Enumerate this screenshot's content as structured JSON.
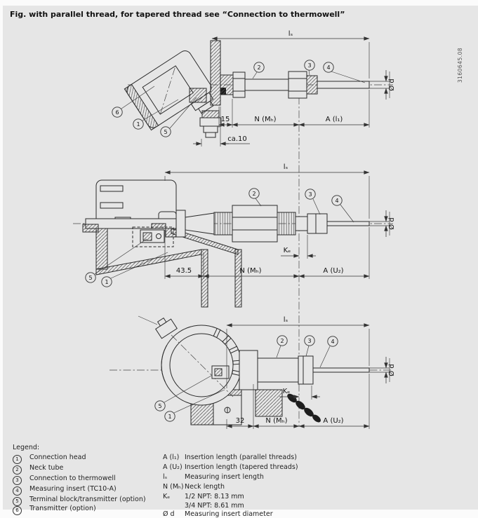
{
  "header": {
    "title": "Fig. with parallel thread, for tapered thread see “Connection to thermowell”",
    "doc_number": "3160645.08"
  },
  "diagrams": [
    {
      "id": "angled-head-with-transmitter",
      "callouts": {
        "c1": "1",
        "c2": "2",
        "c3": "3",
        "c4": "4",
        "c5": "5",
        "c6": "6"
      },
      "dims": {
        "ls": "lₛ",
        "seg1": "15",
        "neck": "N (Mₕ)",
        "insertion": "A (l₁)",
        "extra": "ca.10",
        "dia": "Ø d"
      }
    },
    {
      "id": "straight-head-with-union-nut",
      "callouts": {
        "c1": "1",
        "c2": "2",
        "c3": "3",
        "c4": "4",
        "c5": "5"
      },
      "dims": {
        "ls": "lₛ",
        "seg1": "43.5",
        "neck": "N (Mₕ)",
        "insertion": "A (U₂)",
        "ke": "Kₑ",
        "dia": "Ø d"
      }
    },
    {
      "id": "dome-head",
      "callouts": {
        "c1": "1",
        "c2": "2",
        "c3": "3",
        "c4": "4",
        "c5": "5"
      },
      "dims": {
        "ls": "lₛ",
        "seg1": "32",
        "neck": "N (Mₕ)",
        "insertion": "A (U₂)",
        "ke": "Kₑ",
        "dia": "Ø d"
      }
    }
  ],
  "legend": {
    "title": "Legend:",
    "items": [
      {
        "num": "1",
        "label": "Connection head"
      },
      {
        "num": "2",
        "label": "Neck tube"
      },
      {
        "num": "3",
        "label": "Connection to thermowell"
      },
      {
        "num": "4",
        "label": "Measuring insert (TC10-A)"
      },
      {
        "num": "5",
        "label": "Terminal block/transmitter (option)"
      },
      {
        "num": "6",
        "label": "Transmitter (option)"
      }
    ],
    "symbols": [
      {
        "sym": "A (l₁)",
        "desc": "Insertion length (parallel threads)"
      },
      {
        "sym": "A (U₂)",
        "desc": "Insertion length (tapered threads)"
      },
      {
        "sym": "lₛ",
        "desc": "Measuring insert length"
      },
      {
        "sym": "N (Mₕ)",
        "desc": "Neck length"
      },
      {
        "sym": "Kₑ",
        "desc": "1/2 NPT: 8.13 mm"
      },
      {
        "sym": "",
        "desc": "3/4 NPT: 8.61 mm"
      },
      {
        "sym": "Ø d",
        "desc": "Measuring insert diameter"
      }
    ]
  },
  "colors": {
    "panel_bg": "#e6e6e6",
    "line": "#2b2b2b",
    "text": "#111111"
  }
}
